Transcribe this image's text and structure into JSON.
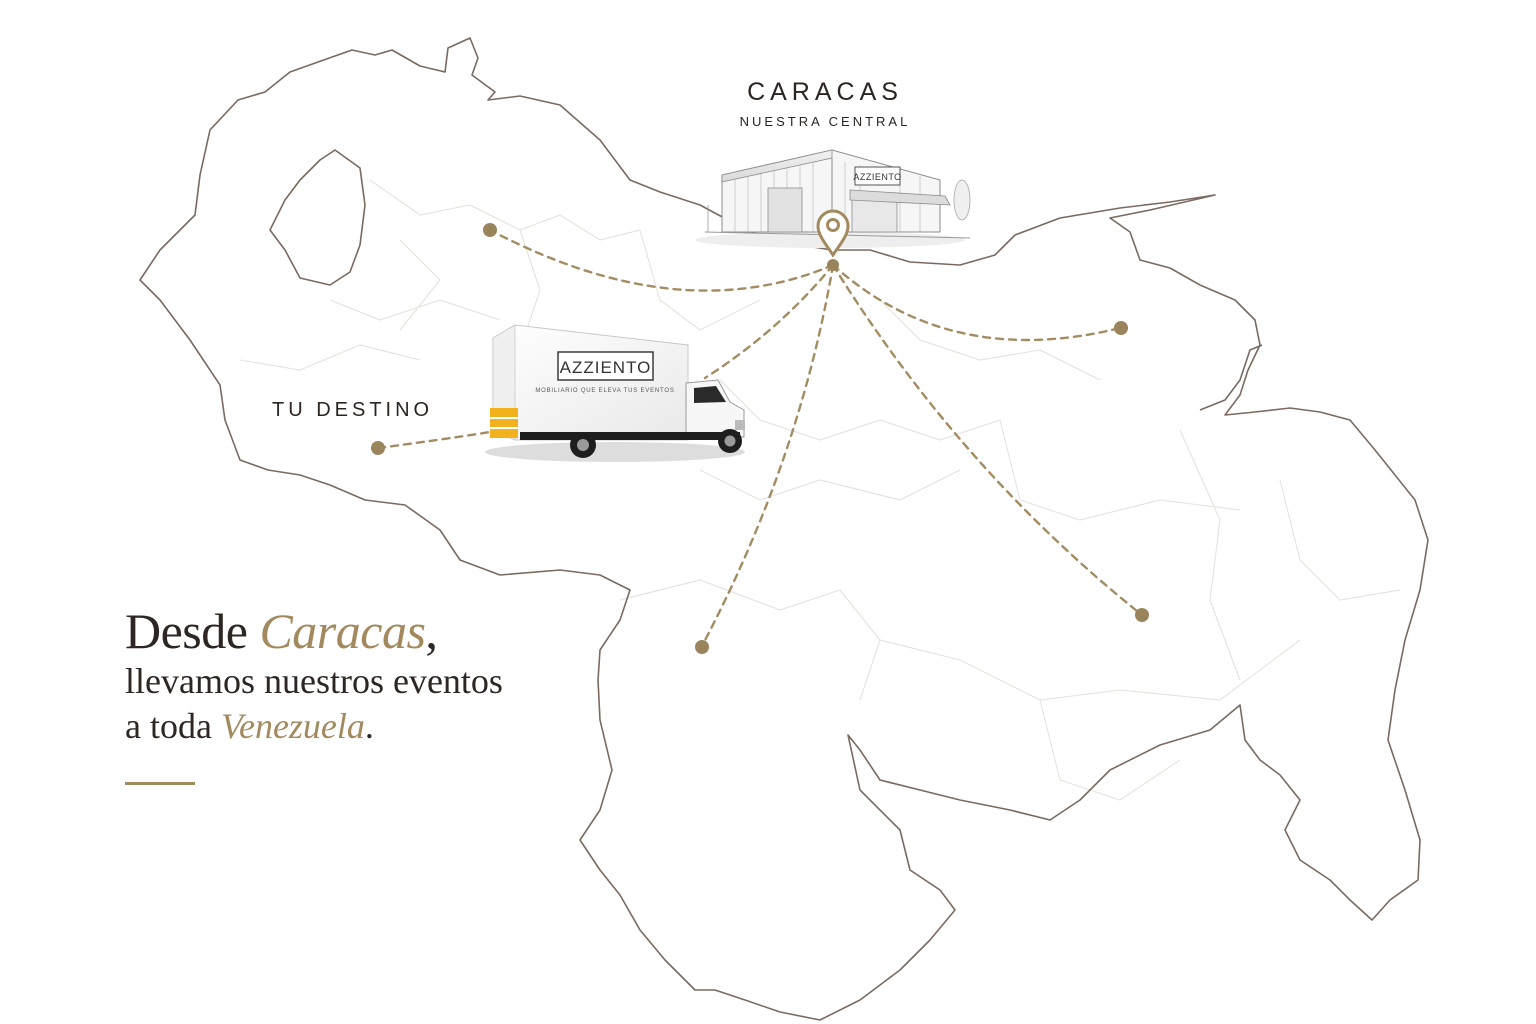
{
  "map": {
    "hq": {
      "title": "CARACAS",
      "subtitle": "NUESTRA CENTRAL",
      "building_logo": "AZZIENTO"
    },
    "destination_label": "TU DESTINO",
    "truck": {
      "logo": "AZZIENTO",
      "tagline": "MOBILIARIO QUE ELEVA TUS EVENTOS"
    },
    "pin_icon": "map-pin-icon",
    "colors": {
      "accent": "#a38a5e",
      "border": "#7a6a60",
      "text": "#2e2623"
    }
  },
  "headline": {
    "line1_prefix": "Desde ",
    "line1_accent": "Caracas",
    "line1_suffix": ",",
    "line2": "llevamos nuestros eventos",
    "line3_prefix": "a toda ",
    "line3_accent": "Venezuela",
    "line3_suffix": "."
  }
}
